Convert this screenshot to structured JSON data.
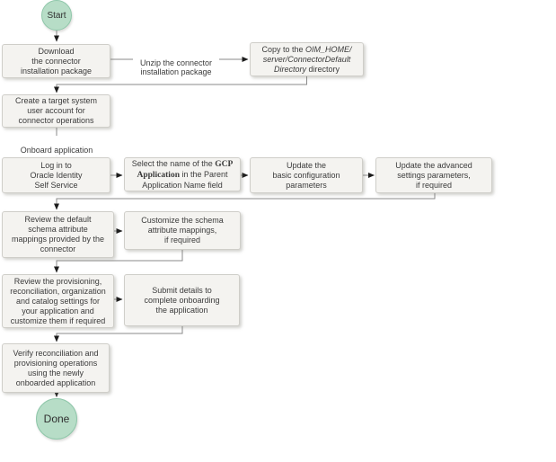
{
  "palette": {
    "terminal_fill": "#b7ddc7",
    "terminal_border": "#8fc7aa",
    "box_fill": "#f4f3f0",
    "box_border": "#cfcec9",
    "line_color": "#8a8a8a",
    "arrow_color": "#1c1c1c",
    "text_color": "#3b3b3b"
  },
  "flow": {
    "start": "Start",
    "done": "Done",
    "download": "Download\nthe connector\ninstallation package",
    "unzip_label": "Unzip the connector\ninstallation package",
    "copy": {
      "prefix": "Copy to the ",
      "italic": "OIM_HOME/\nserver/ConnectorDefault\nDirectory",
      "suffix": " directory"
    },
    "create_account": "Create a target system\nuser account for\nconnector operations",
    "onboard_label": "Onboard application",
    "login": "Log in to\nOracle Identity\nSelf Service",
    "select": {
      "prefix": "Select the name of the ",
      "app_name": "GCP\nApplication",
      "suffix": " in the Parent\nApplication Name field"
    },
    "basic_config": "Update the\nbasic configuration\nparameters",
    "advanced_settings": "Update the advanced\nsettings parameters,\nif required",
    "review_schema": "Review the default\nschema attribute\nmappings provided by the\nconnector",
    "customize_schema": "Customize the schema\nattribute mappings,\nif required",
    "review_settings": "Review the provisioning,\nreconciliation, organization\nand catalog settings for\nyour application and\ncustomize them if required",
    "submit_details": "Submit details to\ncomplete onboarding\nthe application",
    "verify_operations": "Verify reconciliation and\nprovisioning operations\nusing the newly\nonboarded application"
  }
}
